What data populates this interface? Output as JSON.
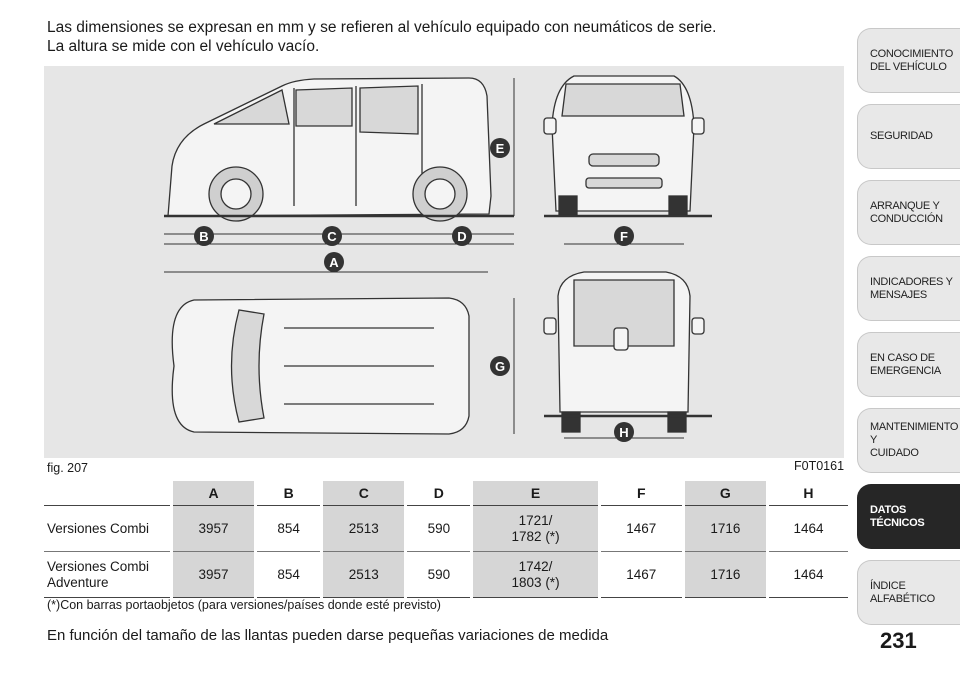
{
  "intro": {
    "line1": "Las dimensiones se expresan en mm y se refieren al vehículo equipado con neumáticos de serie.",
    "line2": "La altura se mide con el vehículo vacío."
  },
  "figure": {
    "label": "fig. 207",
    "code": "F0T0161",
    "markers": [
      "A",
      "B",
      "C",
      "D",
      "E",
      "F",
      "G",
      "H"
    ]
  },
  "table": {
    "columns": [
      "A",
      "B",
      "C",
      "D",
      "E",
      "F",
      "G",
      "H"
    ],
    "rows": [
      {
        "label": "Versiones Combi",
        "values": [
          "3957",
          "854",
          "2513",
          "590",
          "1721/\n1782 (*)",
          "1467",
          "1716",
          "1464"
        ]
      },
      {
        "label": "Versiones Combi\nAdventure",
        "values": [
          "3957",
          "854",
          "2513",
          "590",
          "1742/\n1803 (*)",
          "1467",
          "1716",
          "1464"
        ]
      }
    ],
    "footnote": "(*)Con barras portaobjetos (para versiones/países donde esté previsto)"
  },
  "bottom_note": "En función del tamaño de las llantas pueden darse pequeñas variaciones de medida",
  "page_number": "231",
  "tabs": [
    {
      "label": "CONOCIMIENTO\nDEL VEHÍCULO",
      "active": false
    },
    {
      "label": "SEGURIDAD",
      "active": false
    },
    {
      "label": "ARRANQUE Y\nCONDUCCIÓN",
      "active": false
    },
    {
      "label": "INDICADORES Y\nMENSAJES",
      "active": false
    },
    {
      "label": "EN CASO DE\nEMERGENCIA",
      "active": false
    },
    {
      "label": "MANTENIMIENTO Y\nCUIDADO",
      "active": false
    },
    {
      "label": "DATOS TÉCNICOS",
      "active": true
    },
    {
      "label": "ÍNDICE ALFABÉTICO",
      "active": false
    }
  ]
}
